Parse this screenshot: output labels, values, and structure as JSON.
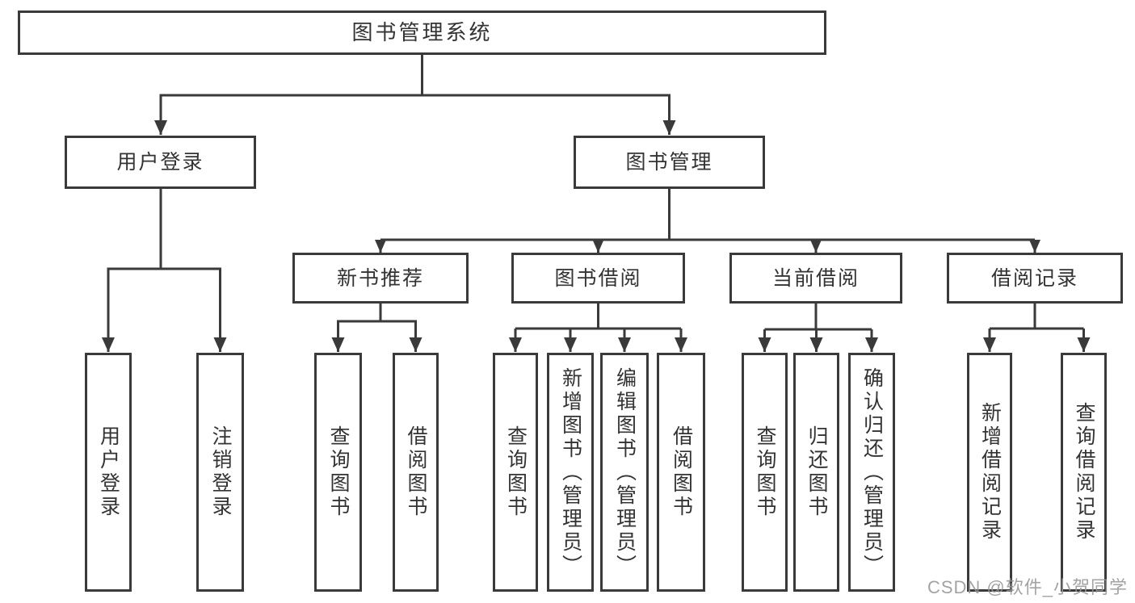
{
  "tree": {
    "label": "图书管理系统",
    "children": [
      {
        "label": "用户登录",
        "children": [
          {
            "label": "用户登录"
          },
          {
            "label": "注销登录"
          }
        ]
      },
      {
        "label": "图书管理",
        "children": [
          {
            "label": "新书推荐",
            "children": [
              {
                "label": "查询图书"
              },
              {
                "label": "借阅图书"
              }
            ]
          },
          {
            "label": "图书借阅",
            "children": [
              {
                "label": "查询图书"
              },
              {
                "label": "新增图书（管理员）"
              },
              {
                "label": "编辑图书（管理员）"
              },
              {
                "label": "借阅图书"
              }
            ]
          },
          {
            "label": "当前借阅",
            "children": [
              {
                "label": "查询图书"
              },
              {
                "label": "归还图书"
              },
              {
                "label": "确认归还（管理员）"
              }
            ]
          },
          {
            "label": "借阅记录",
            "children": [
              {
                "label": "新增借阅记录"
              },
              {
                "label": "查询借阅记录"
              }
            ]
          }
        ]
      }
    ]
  },
  "watermark": "CSDN @软件_小贺同学",
  "colors": {
    "line": "#3a3a3a",
    "text": "#333333",
    "box_background": "#ffffff",
    "watermark": "#969696"
  }
}
